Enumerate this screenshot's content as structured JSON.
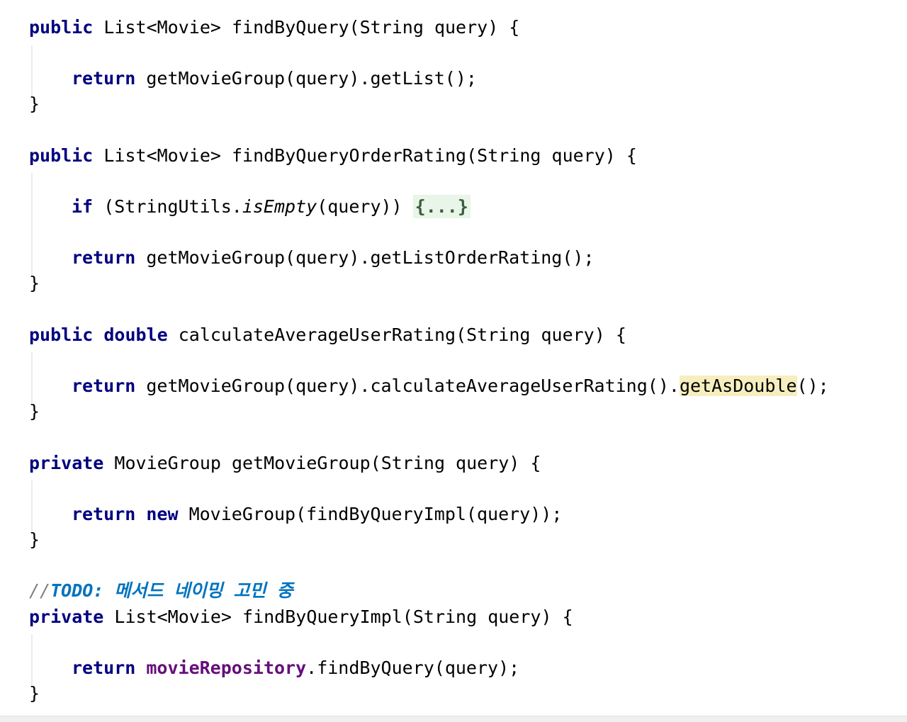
{
  "code": {
    "kw_public": "public",
    "kw_private": "private",
    "kw_return": "return",
    "kw_if": "if",
    "kw_double": "double",
    "kw_new": "new",
    "method1": {
      "signature": " List<Movie> findByQuery(String query) {",
      "body": " getMovieGroup(query).getList();",
      "close": "}"
    },
    "method2": {
      "signature": " List<Movie> findByQueryOrderRating(String query) {",
      "if_head": " (StringUtils.",
      "if_call": "isEmpty",
      "if_args": "(query)) ",
      "folded_block": "{...}",
      "body": " getMovieGroup(query).getListOrderRating();",
      "close": "}"
    },
    "method3": {
      "signature": " calculateAverageUserRating(String query) {",
      "body_prefix": " getMovieGroup(query).calculateAverageUserRating().",
      "body_highlight": "getAsDouble",
      "body_suffix": "();",
      "close": "}"
    },
    "method4": {
      "signature": " MovieGroup getMovieGroup(String query) {",
      "body": " MovieGroup(findByQueryImpl(query));",
      "close": "}"
    },
    "todo_comment": {
      "slashes": "//",
      "text": "TODO: 메서드 네이밍 고민 중"
    },
    "method5": {
      "signature": " List<Movie> findByQueryImpl(String query) {",
      "field": "movieRepository",
      "body": ".findByQuery(query);",
      "close": "}"
    }
  }
}
